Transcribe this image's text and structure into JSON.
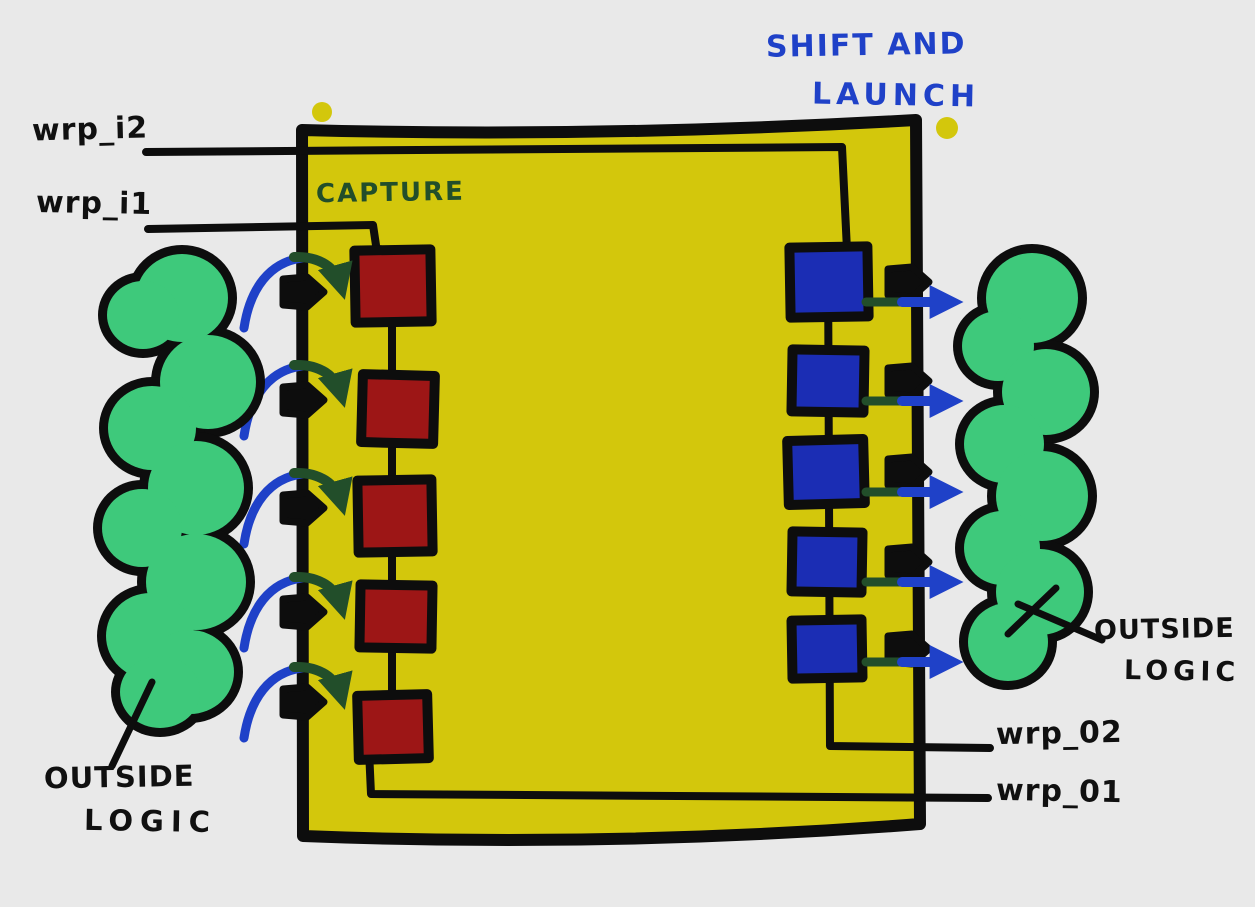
{
  "labels": {
    "wrp_i2": "wrp_i2",
    "wrp_i1": "wrp_i1",
    "wrp_o2": "wrp_02",
    "wrp_o1": "wrp_01",
    "capture": "CAPTURE",
    "shift_and_launch": {
      "line1": "SHIFT AND",
      "line2": "LAUNCH"
    },
    "outside_logic_left": {
      "line1": "OUTSIDE",
      "line2": "LOGIC"
    },
    "outside_logic_right": {
      "line1": "OUTSIDE",
      "line2": "LOGIC"
    }
  },
  "structure": {
    "capture_cell_count": 5,
    "shift_launch_cell_count": 5,
    "input_port_count": 5,
    "output_port_count": 5,
    "input_arrow_count": 5,
    "output_arrow_count": 5,
    "outside_logic_clouds": 2
  },
  "colors": {
    "background": "#e9e9e9",
    "core_fill": "#d3c70c",
    "outline": "#0d0d0d",
    "capture_cell": "#9d1616",
    "shift_cell": "#1b2db4",
    "outside_logic_fill": "#3ec97b",
    "capture_text": "#224e2a",
    "shift_text": "#1f41c8"
  }
}
